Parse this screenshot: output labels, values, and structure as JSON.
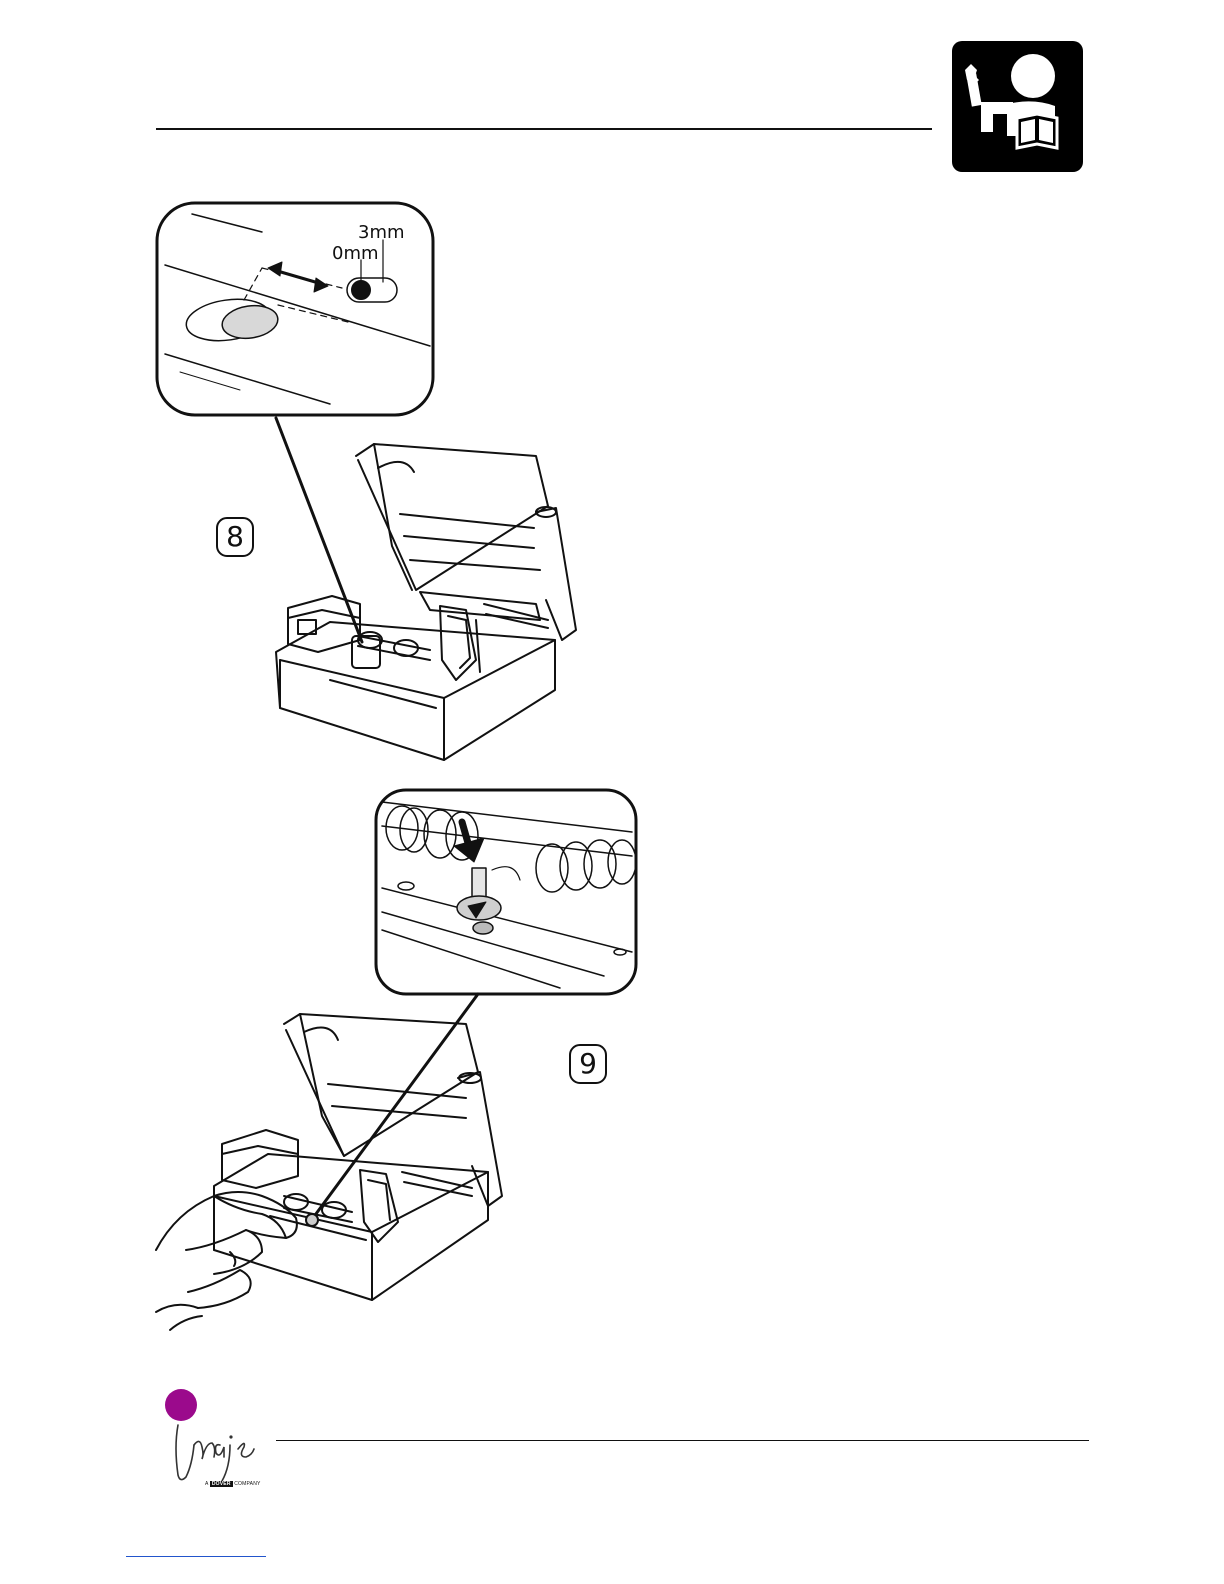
{
  "header": {
    "icon": "maintenance-manual-icon"
  },
  "steps": [
    {
      "number": "8",
      "scale_min": "0mm",
      "scale_max": "3mm"
    },
    {
      "number": "9"
    }
  ],
  "footer": {
    "logo": "imaje-logo",
    "logo_text": "imaje",
    "logo_accent_color": "#9b0a8c",
    "tagline_prefix": "A",
    "tagline_brand": "DOVER",
    "tagline_suffix": "COMPANY"
  }
}
